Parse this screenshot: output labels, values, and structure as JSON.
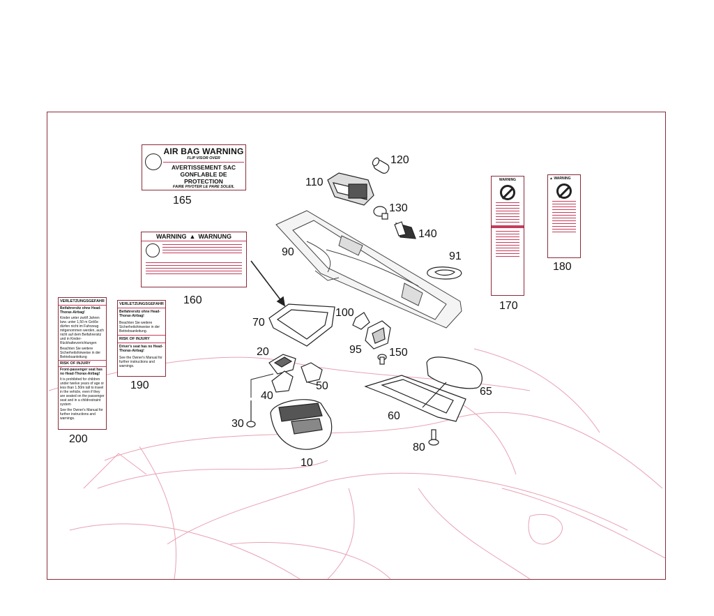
{
  "diagram": {
    "callouts": [
      "165",
      "120",
      "110",
      "130",
      "140",
      "90",
      "91",
      "160",
      "170",
      "180",
      "100",
      "70",
      "95",
      "150",
      "20",
      "50",
      "190",
      "40",
      "65",
      "30",
      "60",
      "200",
      "80",
      "10"
    ],
    "label_165": {
      "heading": "AIR BAG WARNING",
      "sub1": "FLIP VISOR OVER",
      "heading2a": "AVERTISSEMENT SAC",
      "heading2b": "GONFLABLE DE PROTECTION",
      "sub2": "FAIRE PIVOTER LE PARE SOLEIL"
    },
    "label_160": {
      "heading_left": "WARNING",
      "heading_right": "WARNUNG"
    },
    "label_190": {
      "heading": "VERLETZUNGSGEFAHR",
      "p1": "Beifahrersitz ohne Head-Thorax-Airbag!",
      "p2": "Beachten Sie weitere Sicherheitshinweise in der Betriebsanleitung.",
      "heading2": "RISK OF INJURY",
      "p3": "Driver's seat has no Head-Thorax-Airbag!",
      "p4": "See the Owner's Manual for further instructions and warnings."
    },
    "label_200": {
      "heading": "VERLETZUNGSGEFAHR",
      "p1": "Beifahrersitz ohne Head-Thorax-Airbag!",
      "p2": "Kinder unter zwölf Jahren bzw. unter 1,50 m Größe dürfen nicht im Fahrzeug mitgenommen werden, auch nicht auf dem Beifahrersitz und in Kinder-Rückhaltevorrichtungen",
      "p3": "Beachten Sie weitere Sicherheitshinweise in der Betriebsanleitung",
      "heading2": "RISK OF INJURY",
      "p4": "Front-passenger seat has no Head-Thorax-Airbag!",
      "p5": "It is prohibited for children under twelve years of age or less than 1.50m tall to travel in the vehicle, even if they are seated on the passenger seat and in a childrestraint system",
      "p6": "See the Owner's Manual for further instructions and warnings."
    },
    "label_180": {
      "heading": "WARNING"
    },
    "label_170": {
      "heading": "WARNING"
    },
    "colors": {
      "frame": "#8a2a3a",
      "accent": "#c43c5a",
      "linework": "#e8a0b4",
      "ink": "#111111"
    }
  }
}
